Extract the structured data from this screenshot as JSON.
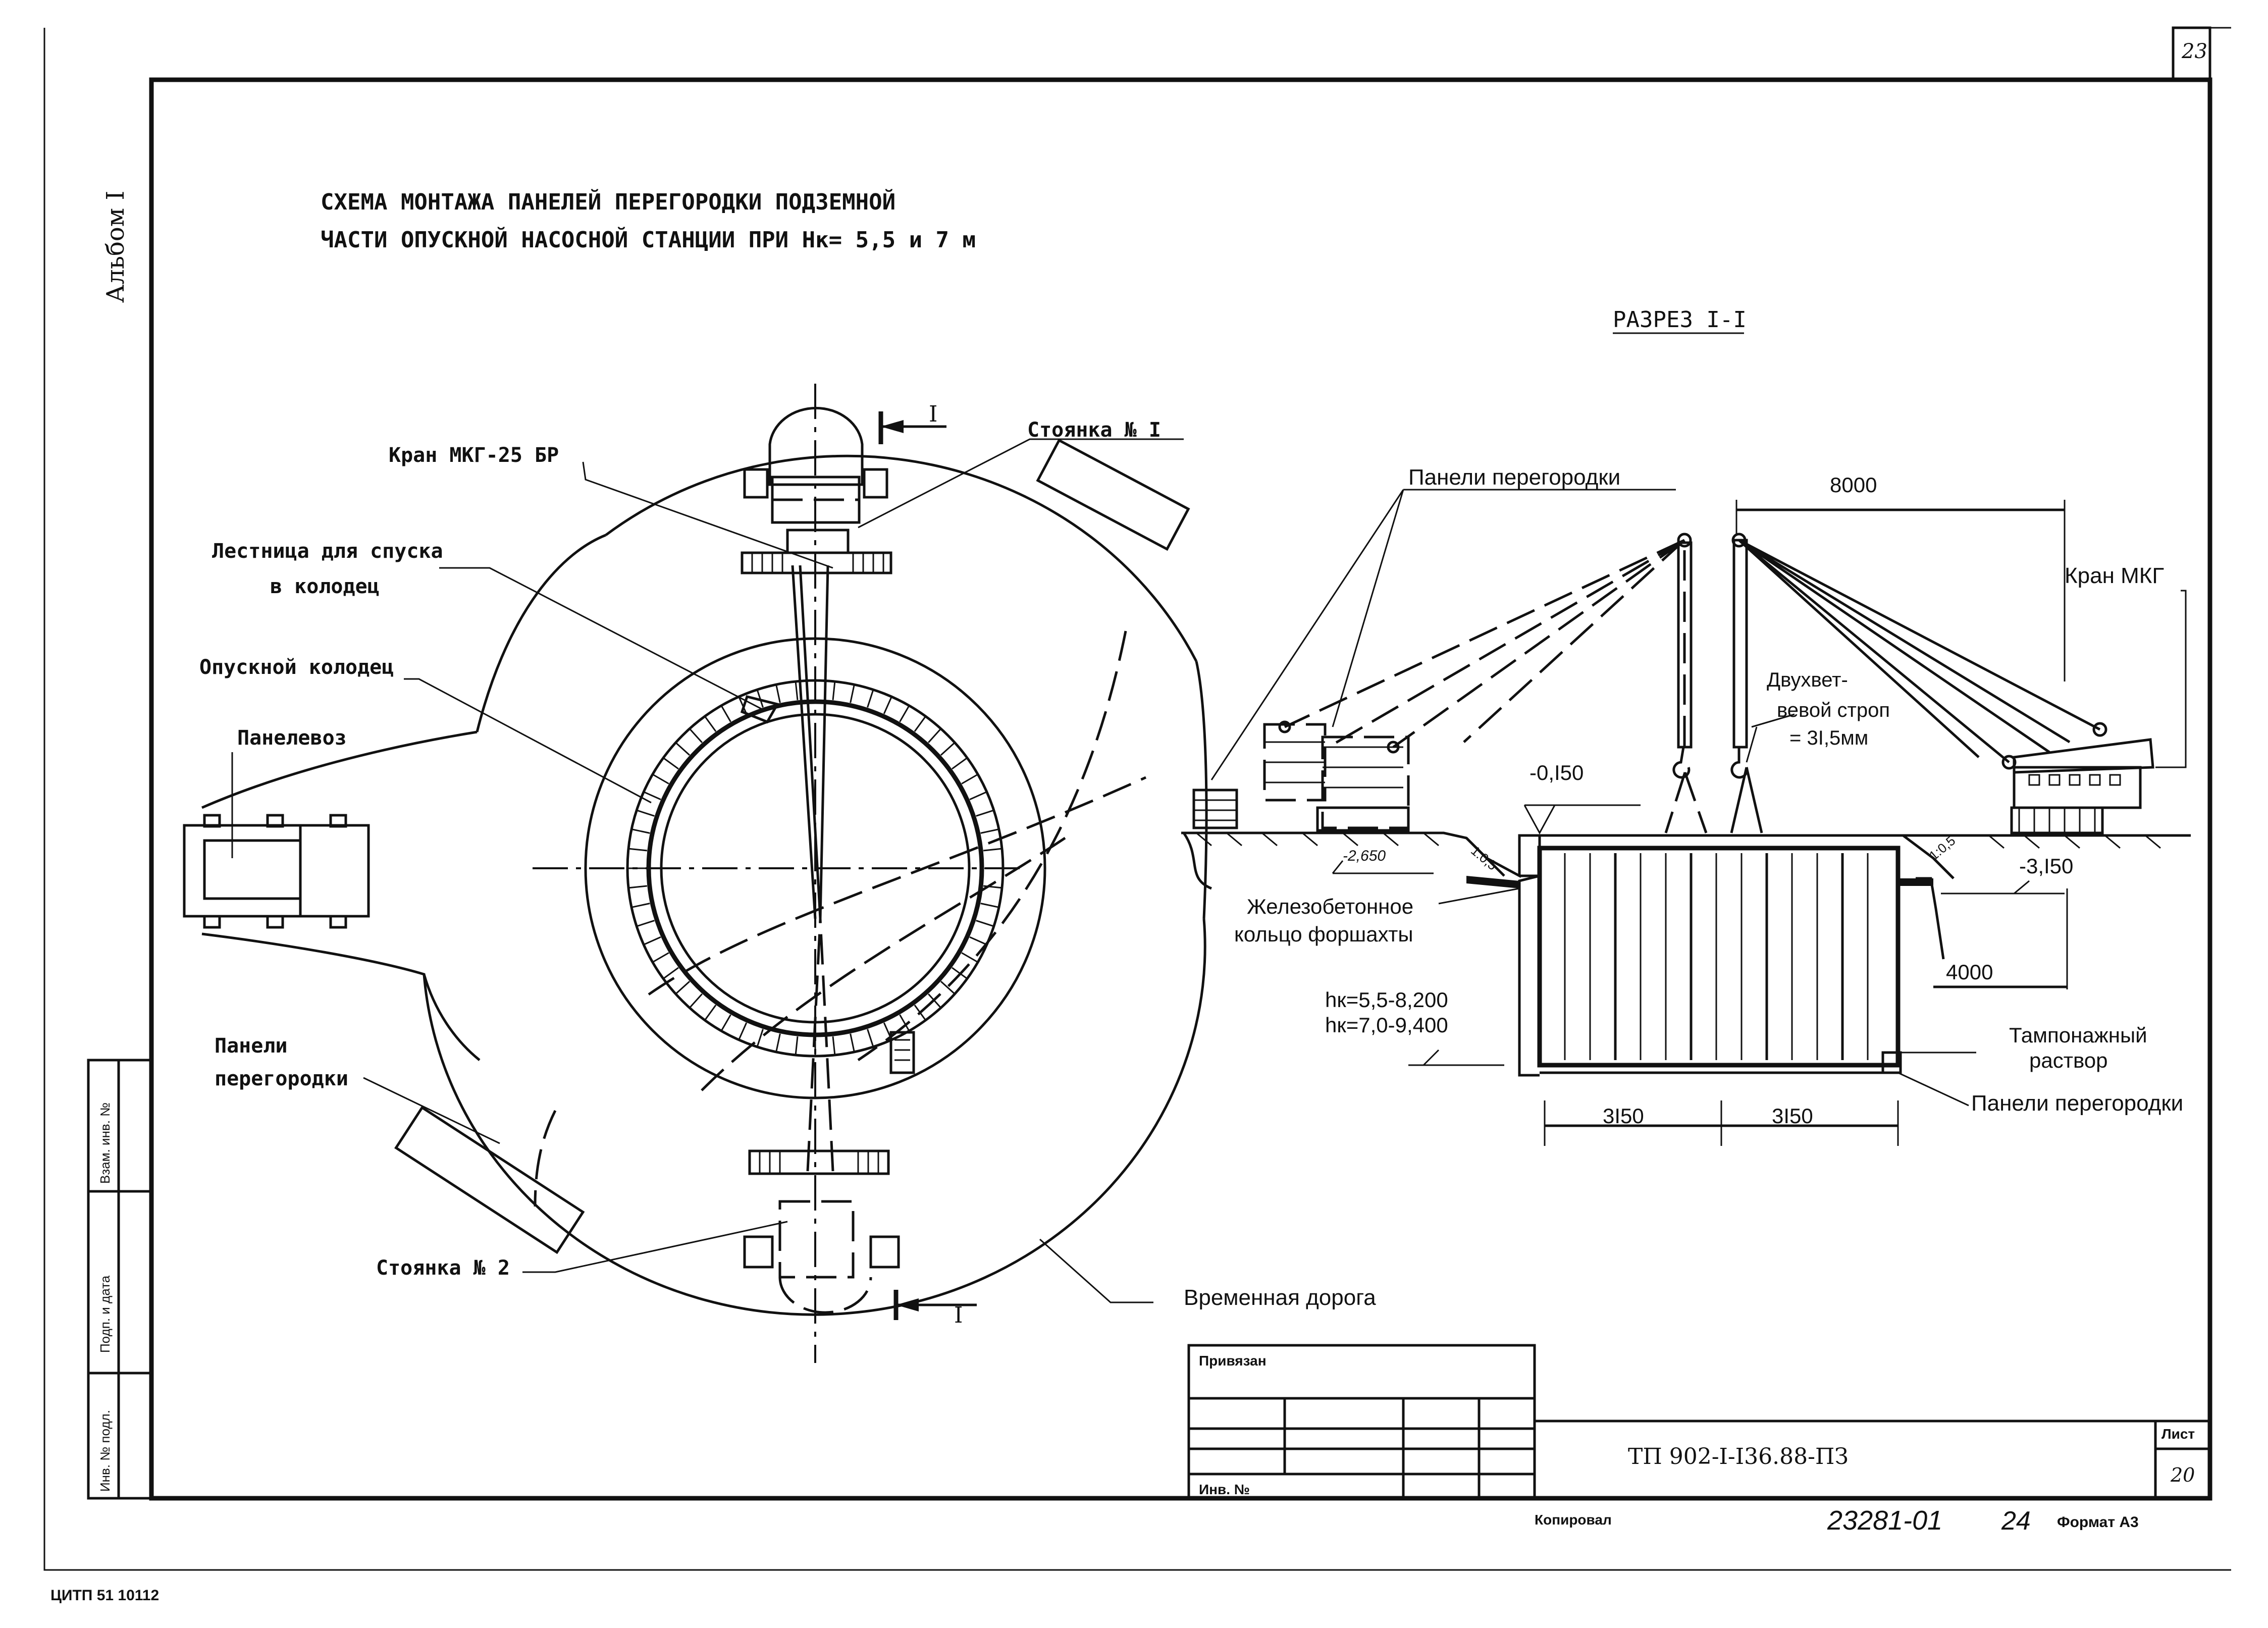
{
  "sheet": {
    "corner_number": "23",
    "album": "Альбом I",
    "title_line1": "СХЕМА МОНТАЖА ПАНЕЛЕЙ ПЕРЕГОРОДКИ ПОДЗЕМНОЙ",
    "title_line2": "ЧАСТИ ОПУСКНОЙ НАСОСНОЙ СТАНЦИИ ПРИ Нк= 5,5 и 7 м",
    "bottom_left_code": "ЦИТП 51 10112"
  },
  "plan": {
    "crane": "Кран МКГ-25 БР",
    "stand1": "Стоянка № I",
    "ladder_line1": "Лестница для спуска",
    "ladder_line2": "в колодец",
    "well": "Опускной колодец",
    "panel_truck": "Панелевоз",
    "panels_line1": "Панели",
    "panels_line2": "перегородки",
    "stand2": "Стоянка № 2",
    "temp_road": "Временная дорога",
    "section_mark": "I"
  },
  "section": {
    "title": "РАЗРЕЗ I-I",
    "panels_top": "Панели перегородки",
    "dim_8000": "8000",
    "crane_mkg": "Кран МКГ",
    "sling_line1": "Двухвет-",
    "sling_line2": "вевой строп",
    "sling_line3": "= 3I,5мм",
    "level_0150": "-0,I50",
    "level_2650": "-2,650",
    "slope_left": "1:0,5",
    "slope_right": "1:0,5",
    "level_3150": "-3,I50",
    "ring_line1": "Железобетонное",
    "ring_line2": "кольцо форшахты",
    "dim_4000": "4000",
    "hk_line1": "hк=5,5-8,200",
    "hk_line2": "hк=7,0-9,400",
    "grout_line1": "Тампонажный",
    "grout_line2": "раствор",
    "panels_bottom": "Панели перегородки",
    "dim_3150_left": "3I50",
    "dim_3150_right": "3I50"
  },
  "stamp": {
    "side_cells": [
      "Взам. инв. №",
      "Подп. и дата",
      "Инв. № подл."
    ],
    "bound": "Привязан",
    "inv_no": "Инв. №",
    "doc_code": "ТП 902-I-I36.88-ПЗ",
    "sheet_label": "Лист",
    "sheet_no": "20",
    "copied": "Копировал",
    "handwritten_no": "23281-01",
    "handwritten_page": "24",
    "format": "Формат А3"
  }
}
